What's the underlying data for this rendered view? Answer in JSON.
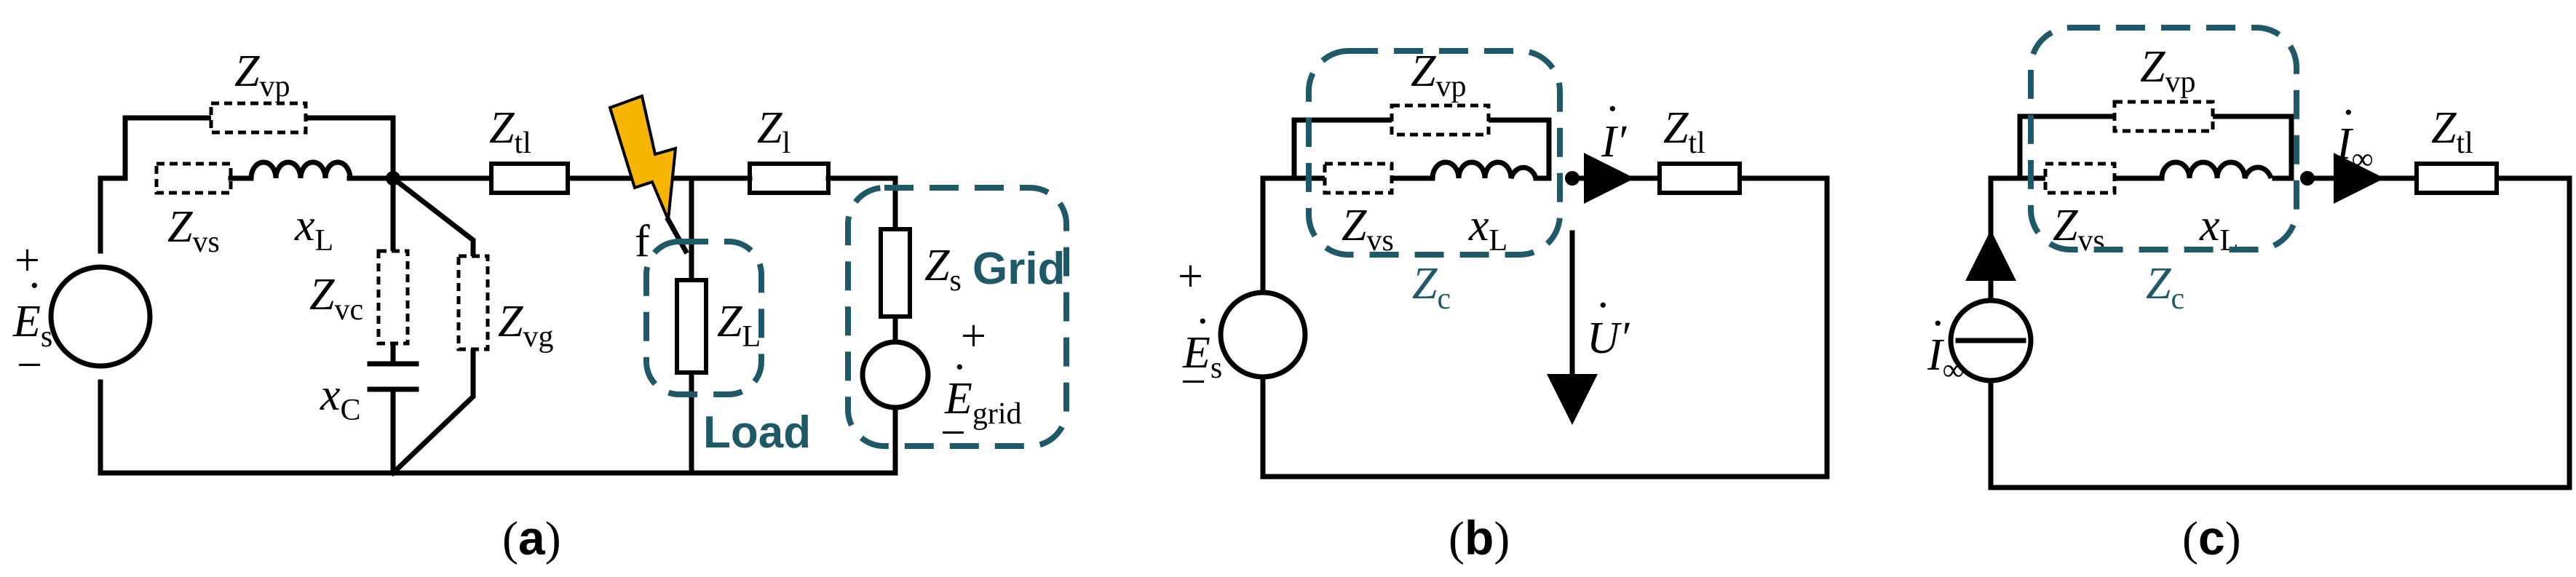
{
  "colors": {
    "group_outline": "#1f5968",
    "fault_bolt": "#f7b500",
    "wire": "#000000"
  },
  "panel_a": {
    "caption_open": "(",
    "caption_letter": "a",
    "caption_close": ")",
    "Zvp": {
      "main": "Z",
      "sub": "vp"
    },
    "Zvs": {
      "main": "Z",
      "sub": "vs"
    },
    "xL": {
      "main": "x",
      "sub": "L"
    },
    "Ztl": {
      "main": "Z",
      "sub": "tl"
    },
    "Zl": {
      "main": "Z",
      "sub": "l"
    },
    "Zvc": {
      "main": "Z",
      "sub": "vc"
    },
    "Zvg": {
      "main": "Z",
      "sub": "vg"
    },
    "xC": {
      "main": "x",
      "sub": "C"
    },
    "ZL": {
      "main": "Z",
      "sub": "L"
    },
    "Zs": {
      "main": "Z",
      "sub": "s"
    },
    "Es": {
      "main": "E",
      "sub": "s"
    },
    "Egrid": {
      "main": "E",
      "sub": "grid"
    },
    "fault_label": "f",
    "load_label": "Load",
    "grid_label": "Grid",
    "plus": "+",
    "minus": "−",
    "fault_icon": "lightning-bolt-icon"
  },
  "panel_b": {
    "caption_open": "(",
    "caption_letter": "b",
    "caption_close": ")",
    "Zvp": {
      "main": "Z",
      "sub": "vp"
    },
    "Zvs": {
      "main": "Z",
      "sub": "vs"
    },
    "xL": {
      "main": "x",
      "sub": "L"
    },
    "Ztl": {
      "main": "Z",
      "sub": "tl"
    },
    "Zc": {
      "main": "Z",
      "sub": "c"
    },
    "Es": {
      "main": "E",
      "sub": "s"
    },
    "current": {
      "main": "I",
      "prime": "′"
    },
    "voltage": {
      "main": "U",
      "prime": "′"
    },
    "plus": "+",
    "minus": "−"
  },
  "panel_c": {
    "caption_open": "(",
    "caption_letter": "c",
    "caption_close": ")",
    "Zvp": {
      "main": "Z",
      "sub": "vp"
    },
    "Zvs": {
      "main": "Z",
      "sub": "vs"
    },
    "xL": {
      "main": "x",
      "sub": "L"
    },
    "Ztl": {
      "main": "Z",
      "sub": "tl"
    },
    "Zc": {
      "main": "Z",
      "sub": "c"
    },
    "current_top": {
      "main": "I",
      "sub": "∞"
    },
    "current_source": {
      "main": "I",
      "sub": "∞"
    }
  }
}
